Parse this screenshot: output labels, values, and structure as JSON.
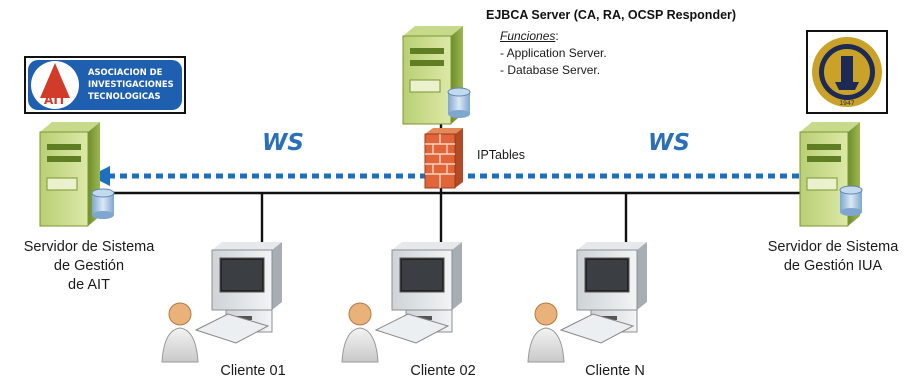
{
  "ejbca": {
    "title": "EJBCA Server (CA, RA, OCSP Responder)",
    "functions_label": "Funciones",
    "functions_suffix": ":",
    "functions": [
      "- Application Server.",
      "- Database Server."
    ]
  },
  "firewall": {
    "label": "IPTables"
  },
  "ws_left": "WS",
  "ws_right": "WS",
  "left_server": {
    "lines": [
      "Servidor de Sistema",
      "de Gestión",
      "de AIT"
    ]
  },
  "right_server": {
    "lines": [
      "Servidor de Sistema",
      "de Gestión IUA"
    ]
  },
  "ait_logo": {
    "letters": "AIT",
    "text_lines": [
      "ASOCIACION DE",
      "INVESTIGACIONES",
      "TECNOLOGICAS"
    ],
    "colors": {
      "blue": "#1f5fb0",
      "red": "#d23a2a"
    }
  },
  "iua_logo": {
    "year": "1947",
    "colors": {
      "gold": "#c9a227",
      "navy": "#1c2a55"
    }
  },
  "clients": [
    {
      "label": "Cliente 01"
    },
    {
      "label": "Cliente 02"
    },
    {
      "label": "Cliente N"
    }
  ],
  "colors": {
    "ws_arrow": "#1f6fc0",
    "server_green": "#9ab44a",
    "wire": "#111111"
  }
}
